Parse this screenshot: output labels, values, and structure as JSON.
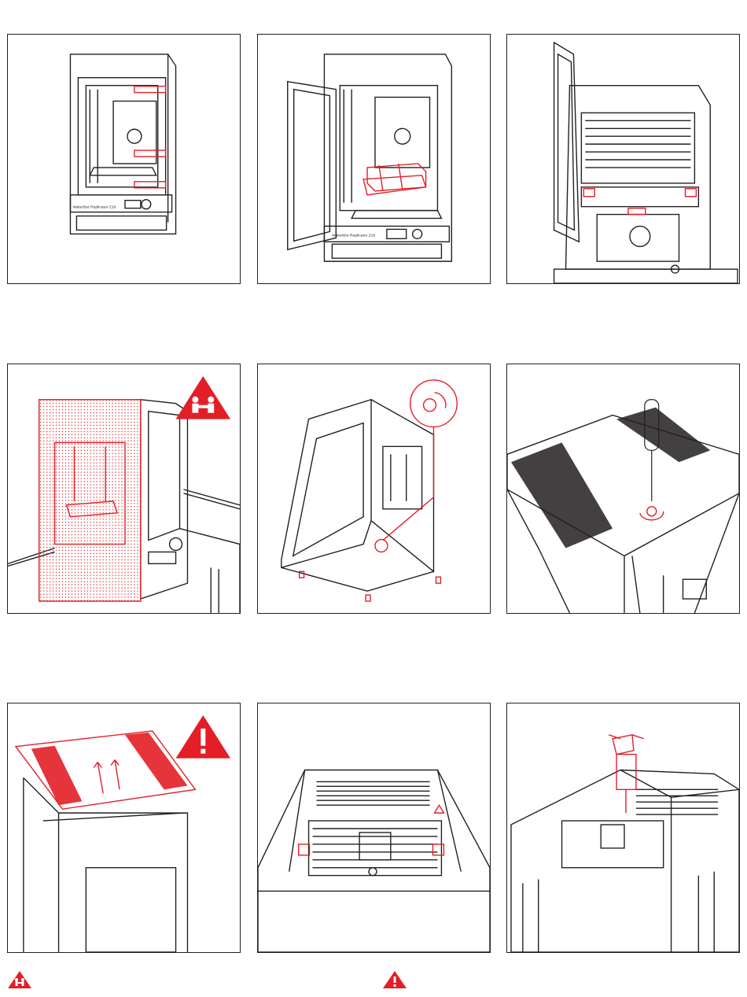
{
  "document": {
    "brand_text": "MakerBot Replicator Z18",
    "steps": [
      {
        "id": "step-1",
        "label": ""
      },
      {
        "id": "step-2",
        "label": ""
      },
      {
        "id": "step-3",
        "label": ""
      },
      {
        "id": "step-4",
        "label": "",
        "warning": "two-person-lift-icon"
      },
      {
        "id": "step-5",
        "label": ""
      },
      {
        "id": "step-6",
        "label": ""
      },
      {
        "id": "step-7",
        "label": "",
        "warning": "caution-exclamation-icon"
      },
      {
        "id": "step-8",
        "label": ""
      },
      {
        "id": "step-9",
        "label": ""
      }
    ],
    "footer_icons": [
      "two-person-lift-icon",
      "caution-exclamation-icon"
    ]
  },
  "colors": {
    "stroke": "#231f20",
    "accent": "#e31e26",
    "background": "#ffffff"
  }
}
